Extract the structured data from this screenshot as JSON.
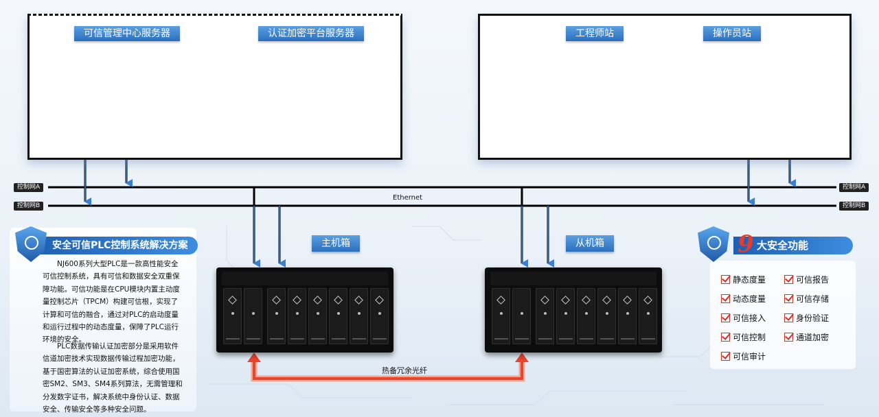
{
  "top_left_group": {
    "server_a_label": "可信管理中心服务器",
    "server_b_label": "认证加密平台服务器"
  },
  "top_right_group": {
    "station_a_label": "工程师站",
    "station_b_label": "操作员站"
  },
  "network": {
    "net_a": "控制网A",
    "net_b": "控制网B",
    "ethernet": "Ethernet"
  },
  "cabinets": {
    "main": "主机箱",
    "slave": "从机箱",
    "fiber": "热备冗余光纤"
  },
  "solution": {
    "title": "安全可信PLC控制系统解决方案",
    "paragraph_1": "NJ600系列大型PLC是一款高性能安全可信控制系统，具有可信和数据安全双重保障功能。可信功能是在CPU模块内置主动度量控制芯片（TPCM）构建可信根，实现了计算和可信的融合，通过对PLC的启动度量和运行过程中的动态度量，保障了PLC运行环境的安全。",
    "paragraph_2": "PLC数据传输认证加密部分是采用软件信道加密技术实现数据传输过程加密功能，基于国密算法的认证加密系统，综合使用国密SM2、SM3、SM4系列算法，无需管理和分发数字证书，解决系统中身份认证、数据安全、传输安全等多种安全问题。"
  },
  "functions": {
    "number": "9",
    "title": "大安全功能",
    "items": [
      "静态度量",
      "可信报告",
      "动态度量",
      "可信存储",
      "可信接入",
      "身份验证",
      "可信控制",
      "通道加密",
      "可信审计"
    ]
  },
  "colors": {
    "accent_blue": "#2b6fbe",
    "fiber_red": "#e8452e",
    "number_red": "#e83a2e"
  }
}
